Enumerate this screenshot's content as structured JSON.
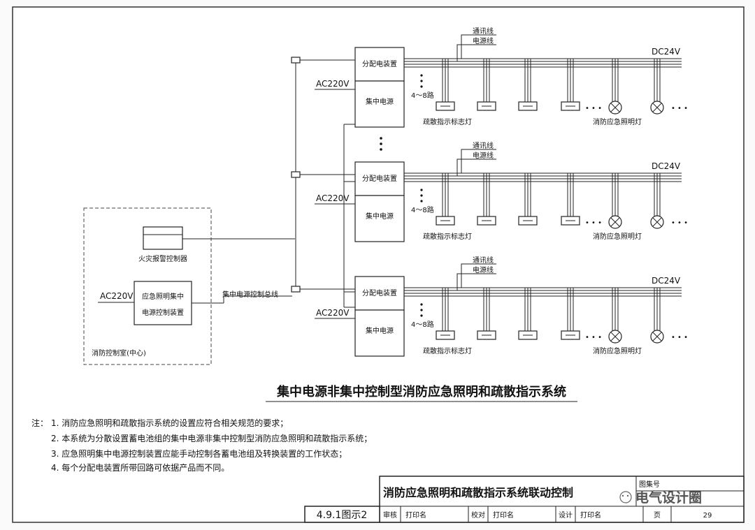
{
  "diagram": {
    "title": "集中电源非集中控制型消防应急照明和疏散指示系统",
    "control_room": {
      "label": "消防控制室(中心)",
      "fire_alarm": "火灾报警控制器",
      "central_device_l1": "应急照明集中",
      "central_device_l2": "电源控制装置",
      "ac_input": "AC220V",
      "bus_label": "集中电源控制总线"
    },
    "subsystem": {
      "distribution": "分配电装置",
      "power_supply": "集中电源",
      "ac_input": "AC220V",
      "comm_line": "通讯线",
      "power_line": "电源线",
      "dc": "DC24V",
      "loops": "4～8路",
      "indicator_label": "疏散指示标志灯",
      "lamp_label": "消防应急照明灯",
      "dots": "• • •"
    }
  },
  "notes": {
    "prefix": "注：",
    "items": [
      "1.  消防应急照明和疏散指示系统的设置应符合相关规范的要求；",
      "2.  本系统为分散设置蓄电池组的集中电源非集中控制型消防应急照明和疏散指示系统；",
      "3.  应急照明集中电源控制装置应能手动控制各蓄电池组及转换装置的工作状态；",
      "4.  每个分配电装置所带回路可依据产品而不同。"
    ]
  },
  "title_block": {
    "drawing_title": "消防应急照明和疏散指示系统联动控制",
    "figure_no": "4.9.1图示2",
    "atlas_label": "图集号",
    "review": "审核",
    "check": "校对",
    "design": "设计",
    "print_name": "打印名",
    "page_label": "页",
    "page_no": "29",
    "watermark": "电气设计圈"
  }
}
